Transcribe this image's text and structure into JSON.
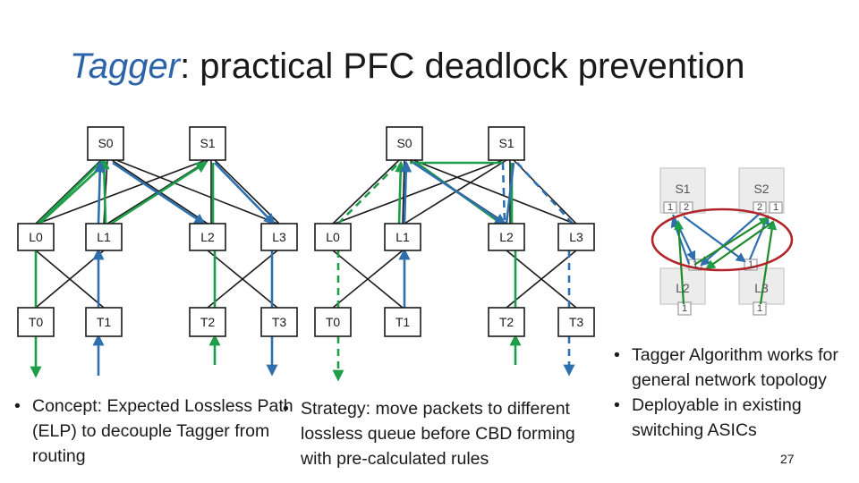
{
  "slide": {
    "title_em": "Tagger",
    "title_rest": ": practical PFC deadlock prevention",
    "page_number": "27"
  },
  "topology_left": {
    "spines": [
      "S0",
      "S1"
    ],
    "leaves": [
      "L0",
      "L1",
      "L2",
      "L3"
    ],
    "tors": [
      "T0",
      "T1",
      "T2",
      "T3"
    ]
  },
  "topology_right": {
    "spines": [
      "S0",
      "S1"
    ],
    "leaves": [
      "L0",
      "L1",
      "L2",
      "L3"
    ],
    "tors": [
      "T0",
      "T1",
      "T2",
      "T3"
    ]
  },
  "cbd_figure": {
    "switches": [
      "S1",
      "S2",
      "L2",
      "L3"
    ],
    "ports": [
      "1",
      "2",
      "2",
      "1",
      "1",
      "1",
      "1",
      "1"
    ]
  },
  "colors": {
    "green": "#1f9e4a",
    "blue": "#2e6fae",
    "red": "#b0242a",
    "title_accent": "#2d63a8"
  },
  "bullets": {
    "concept": [
      "Concept: Expected Lossless Path (ELP) to decouple Tagger from routing"
    ],
    "strategy": [
      "Strategy: move packets to different lossless queue before CBD forming with pre-calculated rules"
    ],
    "right": [
      "Tagger Algorithm works for general network topology",
      "Deployable in existing switching ASICs"
    ]
  }
}
